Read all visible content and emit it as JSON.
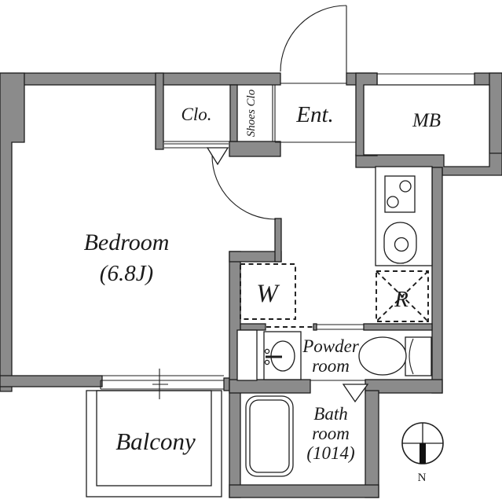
{
  "plan": {
    "rooms": {
      "bedroom": {
        "name": "Bedroom",
        "size": "(6.8J)"
      },
      "closet": "Clo.",
      "shoes_closet": "Shoes Clo",
      "entrance": "Ent.",
      "meter_box": "MB",
      "balcony": "Balcony",
      "powder": {
        "line1": "Powder",
        "line2": "room"
      },
      "bath": {
        "line1": "Bath",
        "line2": "room",
        "line3": "(1014)"
      }
    },
    "fixtures": {
      "washer": "W",
      "refrigerator": "R"
    },
    "compass": {
      "north": "N"
    },
    "colors": {
      "wall": "#8b8b8b",
      "line": "#1d1d1d"
    }
  }
}
